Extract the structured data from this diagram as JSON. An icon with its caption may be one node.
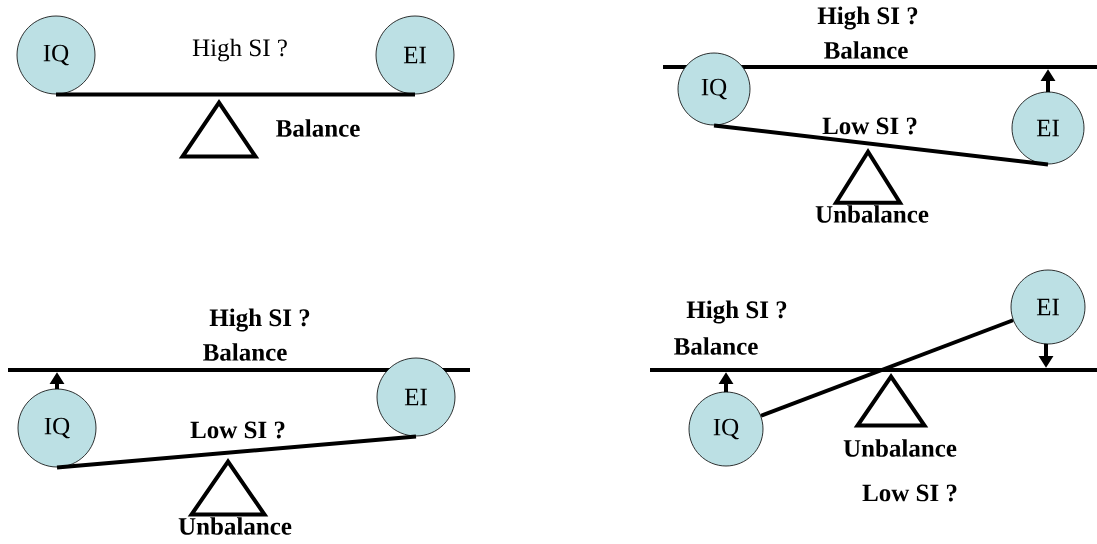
{
  "diagram": {
    "nodes": [
      {
        "text": [
          "IQ"
        ]
      },
      {
        "text": [
          "EI"
        ]
      },
      {
        "text": [],
        "shape": "triangle"
      },
      {
        "text": [
          "IQ"
        ]
      },
      {
        "text": [
          "EI"
        ]
      },
      {
        "text": [],
        "shape": "triangle"
      },
      {
        "text": [
          "IQ"
        ]
      },
      {
        "text": [
          "EI"
        ]
      },
      {
        "text": [],
        "shape": "triangle"
      },
      {
        "text": [
          "IQ"
        ]
      },
      {
        "text": [
          "EI"
        ]
      },
      {
        "text": [],
        "shape": "triangle"
      }
    ],
    "edges": [
      {
        "from": 0,
        "to": 1,
        "arrow": "none"
      },
      {
        "from": 3,
        "to": 4,
        "arrow": "none"
      },
      {
        "from": 6,
        "to": 7,
        "arrow": "none"
      },
      {
        "from": 9,
        "to": 10,
        "arrow": "none"
      }
    ],
    "labels": [
      "High SI ?",
      "Balance",
      "High SI ?",
      "Balance",
      "Low SI ?",
      "Unbalance",
      "High SI ?",
      "Balance",
      "Low SI ?",
      "Unbalance",
      "High SI ?",
      "Balance",
      "Unbalance",
      "Low SI ?"
    ]
  }
}
